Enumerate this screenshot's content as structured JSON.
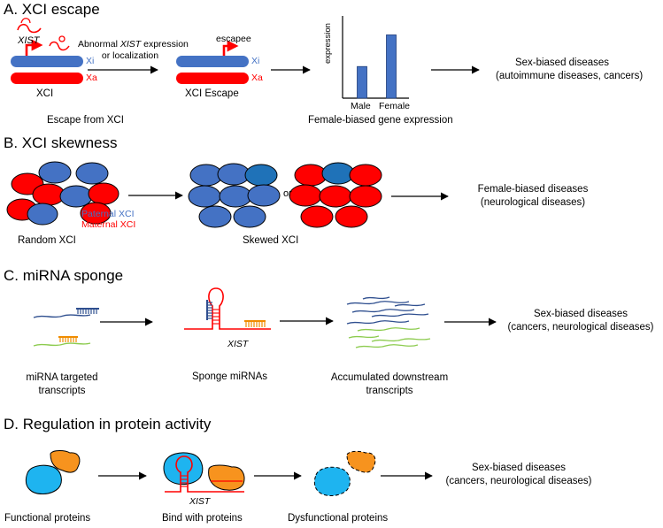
{
  "colors": {
    "xi_blue": "#4472C4",
    "xa_red": "#FF0000",
    "cell_blue": "#4472C4",
    "cell_dark_blue": "#1F72B8",
    "rna_red": "#FF0000",
    "mirna_orange": "#F08C00",
    "transcript_navy": "#2F4F8F",
    "transcript_green": "#8CCB4E",
    "protein_cyan": "#1EB4F0",
    "protein_orange": "#F7931E"
  },
  "panel_a": {
    "title": "A. XCI escape",
    "xist_label_prefix": "XIST",
    "abnormal_line1_a": "Abnormal ",
    "abnormal_line1_it": "XIST",
    "abnormal_line1_b": " expression",
    "abnormal_line2": "or localization",
    "xi_label_1": "Xi",
    "xa_label_1": "Xa",
    "xci_label": "XCI",
    "escapee_label": "escapee",
    "xi_label_2": "Xi",
    "xa_label_2": "Xa",
    "xci_escape_label": "XCI Escape",
    "escape_caption": "Escape from XCI",
    "chart_caption": "Female-biased gene expression",
    "outcome_line1": "Sex-biased diseases",
    "outcome_line2": "(autoimmune diseases, cancers)"
  },
  "chart_data": {
    "type": "bar",
    "categories": [
      "Male",
      "Female"
    ],
    "values": [
      0.5,
      1.0
    ],
    "title": "",
    "xlabel": "",
    "ylabel": "expression",
    "ylim": [
      0,
      1.3
    ]
  },
  "panel_b": {
    "title": "B. XCI skewness",
    "paternal_label": "Paternal XCI",
    "maternal_label": "Maternal XCI",
    "random_label": "Random XCI",
    "or_label": "or",
    "skewed_label": "Skewed XCI",
    "outcome_line1": "Female-biased diseases",
    "outcome_line2": "(neurological diseases)"
  },
  "panel_c": {
    "title": "C. miRNA sponge",
    "targeted_line1": "miRNA targeted",
    "targeted_line2": "transcripts",
    "xist_label": "XIST",
    "sponge_label": "Sponge miRNAs",
    "accum_line1": "Accumulated downstream",
    "accum_line2": "transcripts",
    "outcome_line1": "Sex-biased diseases",
    "outcome_line2": "(cancers, neurological diseases)"
  },
  "panel_d": {
    "title": "D. Regulation in protein activity",
    "functional_label": "Functional proteins",
    "xist_label": "XIST",
    "bind_label": "Bind with proteins",
    "dysfunctional_label": "Dysfunctional proteins",
    "outcome_line1": "Sex-biased diseases",
    "outcome_line2": "(cancers, neurological diseases)"
  }
}
